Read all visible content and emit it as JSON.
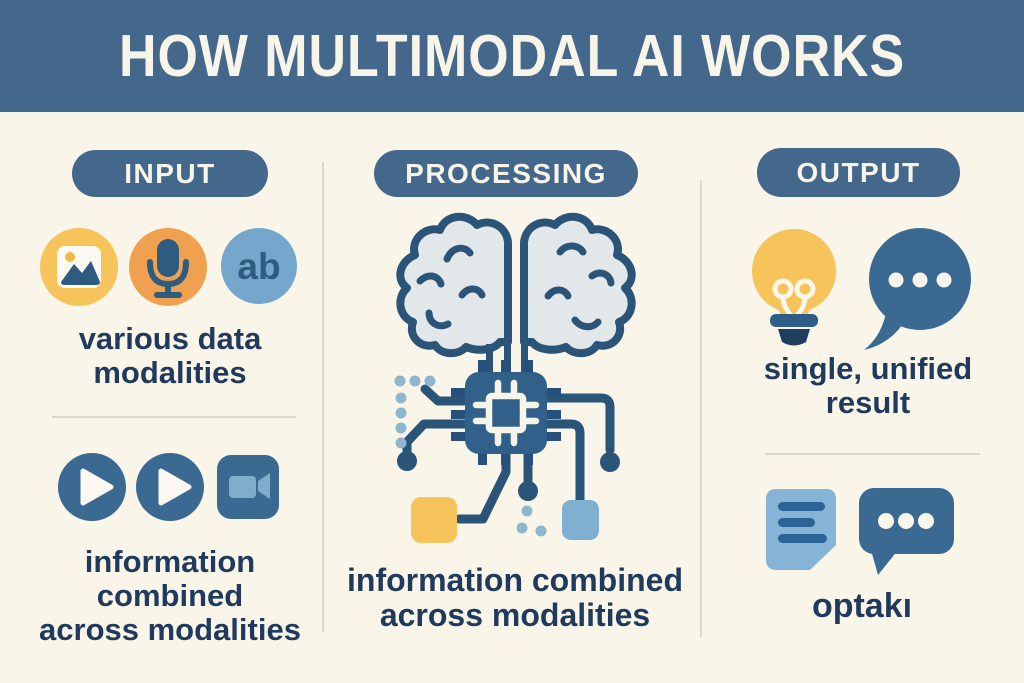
{
  "header": {
    "title": "HOW MULTIMODAL AI WORKS"
  },
  "columns": {
    "input": {
      "label": "INPUT",
      "caption_top": "various data\nmodalities",
      "caption_bottom": "information\ncombined\nacross modalities",
      "ab_text": "ab",
      "icons_top": [
        "image-icon",
        "microphone-icon",
        "text-ab-icon"
      ],
      "icons_bottom": [
        "play-icon",
        "play-icon",
        "video-camera-icon"
      ]
    },
    "processing": {
      "label": "PROCESSING",
      "caption": "information combined\nacross modalities",
      "icons": [
        "brain-icon",
        "chip-icon",
        "circuit-traces-icon"
      ]
    },
    "output": {
      "label": "OUTPUT",
      "caption_top": "single, unified\nresult",
      "caption_bottom": "optakı",
      "icons_top": [
        "lightbulb-icon",
        "speech-bubble-icon"
      ],
      "icons_bottom": [
        "document-icon",
        "speech-bubble-icon"
      ]
    }
  },
  "colors": {
    "header_bg": "#44688C",
    "body_bg": "#FAF5E9",
    "pill_bg": "#44688C",
    "text_dark": "#1F3A5C",
    "yellow": "#F6C45A",
    "orange": "#F0A14F",
    "light_blue": "#74A7CB",
    "steel_blue": "#3A6A91",
    "icon_navy": "#2E5B80",
    "divider": "#DCD7CA"
  }
}
